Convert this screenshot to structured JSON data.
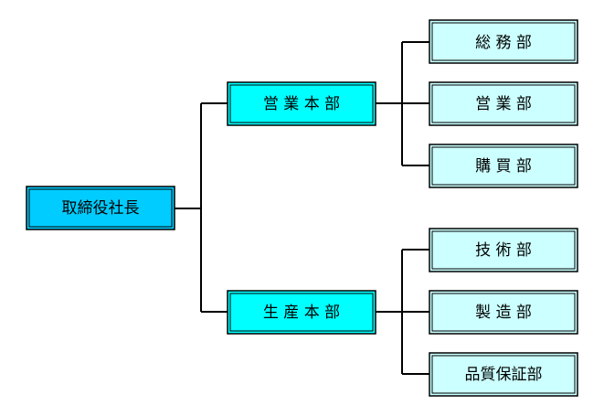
{
  "org_chart": {
    "root": {
      "label": "取締役社長",
      "fill": "#00ccff"
    },
    "divisions": [
      {
        "label": "営 業 本 部",
        "fill": "#00ffff",
        "departments": [
          {
            "label": "総 務 部",
            "fill": "#ccffff"
          },
          {
            "label": "営 業 部",
            "fill": "#ccffff"
          },
          {
            "label": "購 買 部",
            "fill": "#ccffff"
          }
        ]
      },
      {
        "label": "生 産 本 部",
        "fill": "#00ffff",
        "departments": [
          {
            "label": "技 術 部",
            "fill": "#ccffff"
          },
          {
            "label": "製 造 部",
            "fill": "#ccffff"
          },
          {
            "label": "品質保証部",
            "fill": "#ccffff"
          }
        ]
      }
    ],
    "line_color": "#000000",
    "border_color": "#000000"
  }
}
